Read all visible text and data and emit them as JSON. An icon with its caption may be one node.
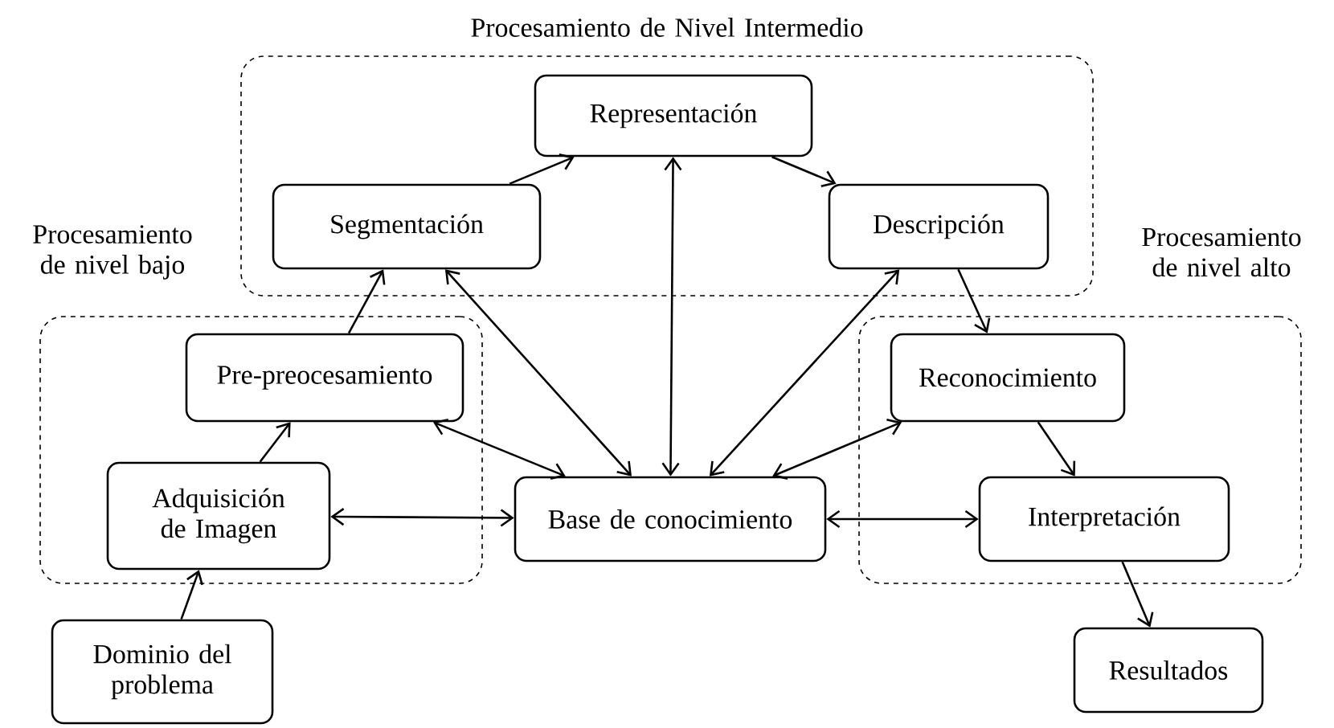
{
  "diagram": {
    "nodes": [
      {
        "text": [
          "Procesamiento de Nivel Intermedio"
        ]
      },
      {
        "text": [
          "Representación"
        ],
        "in": 0
      },
      {
        "text": [
          "Segmentación"
        ],
        "in": 0
      },
      {
        "text": [
          "Descripción"
        ],
        "in": 0
      },
      {
        "text": [
          "Procesamiento de nivel bajo"
        ]
      },
      {
        "text": [
          "Pre-preocesamiento"
        ],
        "in": 4
      },
      {
        "text": [
          "Adquisición de Imagen"
        ],
        "in": 4
      },
      {
        "text": [
          "Procesamiento de nivel alto"
        ]
      },
      {
        "text": [
          "Reconocimiento"
        ],
        "in": 7
      },
      {
        "text": [
          "Interpretación"
        ],
        "in": 7
      },
      {
        "text": [
          "Base de conocimiento"
        ]
      },
      {
        "text": [
          "Dominio del problema"
        ]
      },
      {
        "text": [
          "Resultados"
        ]
      }
    ],
    "edges": [
      {
        "from": 11,
        "to": 6,
        "arrow": "to"
      },
      {
        "from": 6,
        "to": 5,
        "arrow": "to"
      },
      {
        "from": 5,
        "to": 2,
        "arrow": "to"
      },
      {
        "from": 2,
        "to": 1,
        "arrow": "to"
      },
      {
        "from": 1,
        "to": 3,
        "arrow": "to"
      },
      {
        "from": 3,
        "to": 8,
        "arrow": "to"
      },
      {
        "from": 8,
        "to": 9,
        "arrow": "to"
      },
      {
        "from": 9,
        "to": 12,
        "arrow": "to"
      },
      {
        "from": 10,
        "to": 6,
        "arrow": "both"
      },
      {
        "from": 10,
        "to": 5,
        "arrow": "both"
      },
      {
        "from": 10,
        "to": 2,
        "arrow": "both"
      },
      {
        "from": 10,
        "to": 1,
        "arrow": "both"
      },
      {
        "from": 10,
        "to": 3,
        "arrow": "both"
      },
      {
        "from": 10,
        "to": 8,
        "arrow": "both"
      },
      {
        "from": 10,
        "to": 9,
        "arrow": "both"
      }
    ]
  }
}
